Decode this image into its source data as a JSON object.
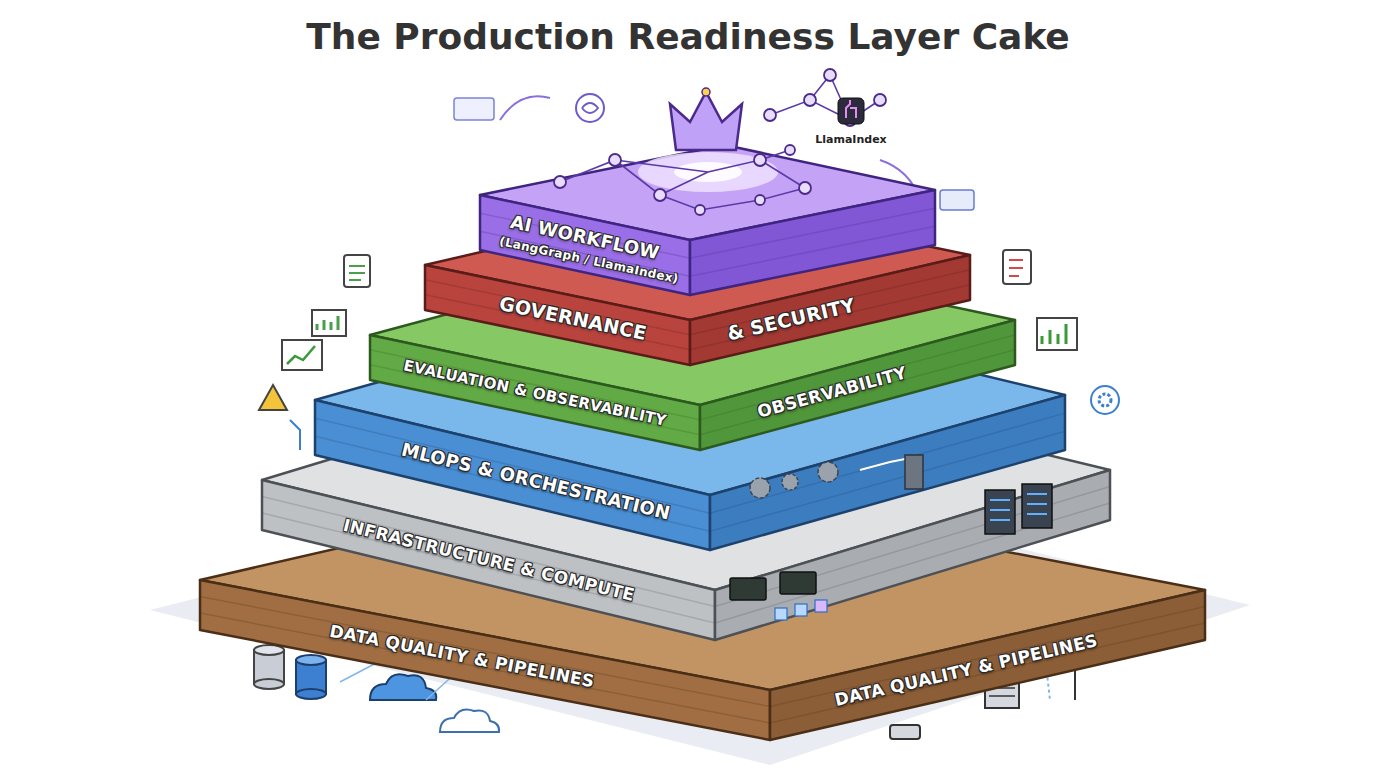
{
  "diagram": {
    "title": "The Production Readiness Layer Cake",
    "nodes": [
      {
        "text": [
          "AI WORKFLOW",
          "(LangGraph / LlamaIndex)"
        ]
      },
      {
        "text": [
          "GOVERNANCE",
          "& SECURITY"
        ]
      },
      {
        "text": [
          "EVALUATION & OBSERVABILITY",
          "OBSERVABILITY"
        ]
      },
      {
        "text": [
          "MLOPS & ORCHESTRATION"
        ]
      },
      {
        "text": [
          "INFRASTRUCTURE & COMPUTE"
        ]
      },
      {
        "text": [
          "DATA QUALITY & PIPELINES",
          "DATA QUALITY & PIPELINES"
        ]
      }
    ],
    "labels": [
      "LlamaIndex"
    ]
  }
}
